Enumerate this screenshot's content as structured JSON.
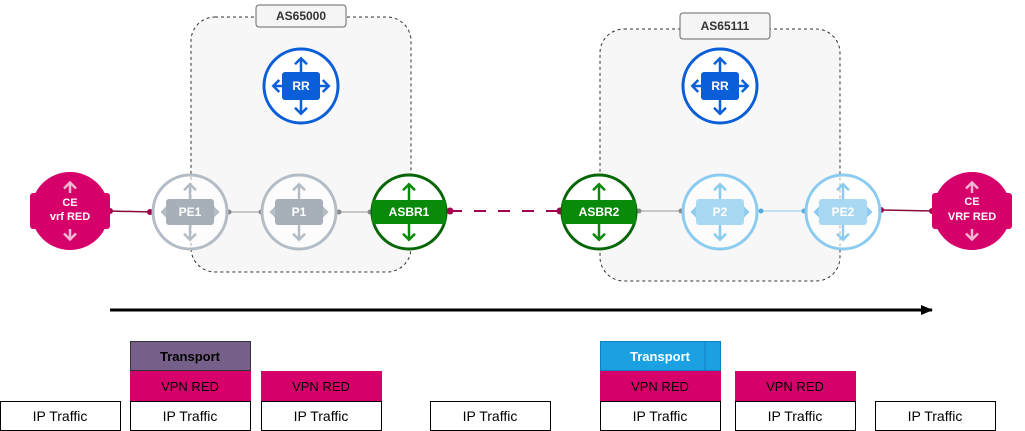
{
  "as_boxes": [
    {
      "label": "AS65000"
    },
    {
      "label": "AS65111"
    }
  ],
  "nodes": {
    "ce_left": {
      "line1": "CE",
      "line2": "vrf RED"
    },
    "pe1": {
      "label": "PE1"
    },
    "p1": {
      "label": "P1"
    },
    "asbr1": {
      "label": "ASBR1"
    },
    "asbr2": {
      "label": "ASBR2"
    },
    "p2": {
      "label": "P2"
    },
    "pe2": {
      "label": "PE2"
    },
    "ce_right": {
      "line1": "CE",
      "line2": "VRF RED"
    },
    "rr_left": {
      "label": "RR"
    },
    "rr_right": {
      "label": "RR"
    }
  },
  "stacks": [
    {
      "labels": [
        "IP Traffic"
      ]
    },
    {
      "labels": [
        "Transport",
        "VPN RED",
        "IP Traffic"
      ]
    },
    {
      "labels": [
        "VPN RED",
        "IP Traffic"
      ]
    },
    {
      "labels": [
        "IP Traffic"
      ]
    },
    {
      "labels": [
        "Transport",
        "VPN RED",
        "IP Traffic"
      ]
    },
    {
      "labels": [
        "VPN RED",
        "IP Traffic"
      ]
    },
    {
      "labels": [
        "IP Traffic"
      ]
    }
  ],
  "colors": {
    "magenta": "#d6006b",
    "magenta_dark": "#a3004f",
    "gray_node": "#b3bcc4",
    "gray_fill": "#a7b0b8",
    "green": "#0a8a0a",
    "green_dark": "#056605",
    "blue_rr": "#0a5ed7",
    "lightblue": "#8ccbf0",
    "lightblue_fill": "#a8d8f2",
    "transport_purple": "#76608a",
    "transport_blue": "#1ba1e2"
  }
}
